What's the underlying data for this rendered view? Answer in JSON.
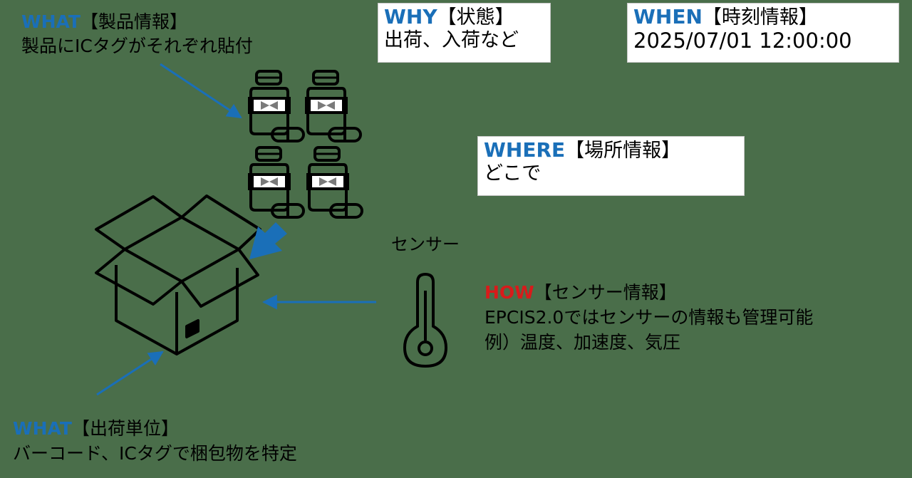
{
  "what_product": {
    "keyword": "WHAT",
    "tag": "【製品情報】",
    "desc": "製品にICタグがそれぞれ貼付"
  },
  "why": {
    "keyword": "WHY",
    "tag": "【状態】",
    "desc": "出荷、入荷など"
  },
  "when": {
    "keyword": "WHEN",
    "tag": "【時刻情報】",
    "desc": "2025/07/01 12:00:00"
  },
  "where": {
    "keyword": "WHERE",
    "tag": "【場所情報】",
    "desc": "どこで"
  },
  "sensor": {
    "label": "センサー"
  },
  "how": {
    "keyword": "HOW",
    "tag": "【センサー情報】",
    "desc1": "EPCIS2.0ではセンサーの情報も管理可能",
    "desc2": "例）温度、加速度、気圧"
  },
  "what_shipment": {
    "keyword": "WHAT",
    "tag": "【出荷単位】",
    "desc": "バーコード、ICタグで梱包物を特定"
  },
  "colors": {
    "background": "#4a6e4a",
    "keyword_blue": "#1a6fb8",
    "keyword_red": "#d81b1b",
    "arrow_blue": "#1a6fb8"
  }
}
